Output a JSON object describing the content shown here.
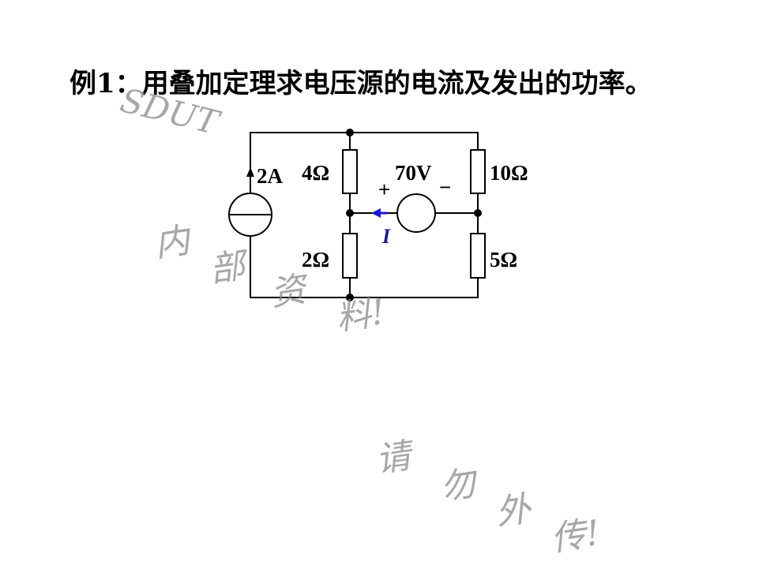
{
  "title": "例1：用叠加定理求电压源的电流及发出的功率。",
  "circuit": {
    "current_source": "2A",
    "r_top_left": "4Ω",
    "r_bottom_left": "2Ω",
    "r_top_right": "10Ω",
    "r_bottom_right": "5Ω",
    "voltage_source": "70V",
    "plus_sign": "+",
    "minus_sign": "−",
    "current_label": "I",
    "current_arrow_color": "#1a1ad0"
  },
  "watermarks": {
    "brand": "SDUT",
    "line1": [
      "内",
      "部",
      "资",
      "料!"
    ],
    "line2": [
      "请",
      "勿",
      "外",
      "传!"
    ]
  }
}
